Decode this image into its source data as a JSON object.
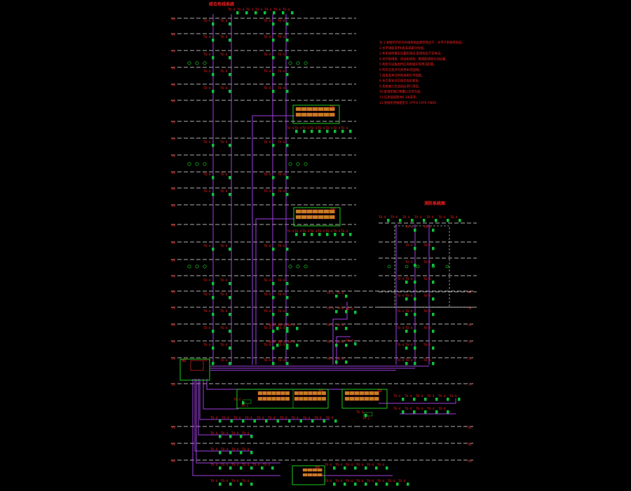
{
  "main_title": "综合布线系统",
  "sub_title": "消防系统图",
  "notes": [
    "注:1.本图所示综合布线系统由建筑物主干、水平子系统等组成。",
    "2.水平线缆采用6类非屏蔽对绞线。",
    "3.本系统按楼层设置配线间,配线架设于弱电间。",
    "4.光纤配线架、语音配线架、数据配线架分别设置。",
    "5.机柜内设备由供应商根据实际情况配置。",
    "6.所有信息点均采用86型面板。",
    "7.弱电竖井内桥架规格见平面图。",
    "8.未尽事宜详见相关规范要求。",
    "9.系统施工完成后应进行测试。",
    "10.配线架端口数量以实际为准。",
    "11.信息插座距地0.3米安装。",
    "12.系统所用线缆型号 UTP-6 CAT6 FIBER"
  ],
  "floor_marks": [
    "9F",
    "8F",
    "7F",
    "6F",
    "5F",
    "4F",
    "3F",
    "2F",
    "1F",
    "B1",
    "B2",
    "B3",
    "B4"
  ],
  "device_label": "TO-4",
  "cabinet_label": "MDF",
  "idf_label": "IDF",
  "tag_label": "TP-1"
}
